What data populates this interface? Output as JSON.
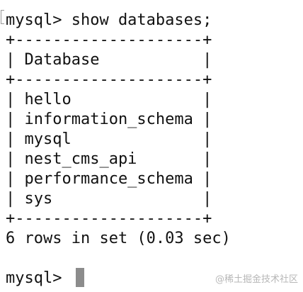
{
  "terminal": {
    "prompt_command": "mysql> show databases;",
    "table_border_top": "+--------------------+",
    "header_row": "| Database           |",
    "table_border_mid": "+--------------------+",
    "rows": [
      "| hello              |",
      "| information_schema |",
      "| mysql              |",
      "| nest_cms_api       |",
      "| performance_schema |",
      "| sys                |"
    ],
    "table_border_bottom": "+--------------------+",
    "result_summary": "6 rows in set (0.03 sec)",
    "current_prompt": "mysql> "
  },
  "watermark": {
    "text": "@稀土掘金技术社区"
  }
}
